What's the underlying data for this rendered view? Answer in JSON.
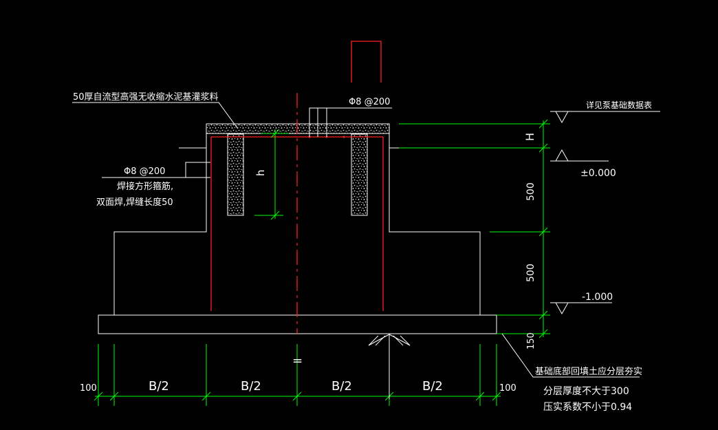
{
  "labels": {
    "grout": "50厚自流型高强无收缩水泥基灌浆料",
    "rebar_top": "Φ8 @200",
    "rebar_left": "Φ8 @200",
    "weld_note_1": "焊接方形箍筋,",
    "weld_note_2": "双面焊,焊缝长度50",
    "pump_ref": "详见泵基础数据表",
    "elev_zero": "±0.000",
    "elev_minus": "-1.000",
    "backfill_note": "基础底部回填土应分层夯实",
    "layer_note": "分层厚度不大于300",
    "compaction_note": "压实系数不小于0.94",
    "h_small": "h",
    "h_big": "H",
    "eq": "="
  },
  "dimensions": {
    "vertical": [
      "500",
      "500",
      "150"
    ],
    "horizontal": [
      "100",
      "B/2",
      "B/2",
      "B/2",
      "B/2",
      "100"
    ]
  },
  "colors": {
    "background": "#000000",
    "outline": "#ffffff",
    "rebar": "#ff2020",
    "dimension": "#00ff00"
  }
}
